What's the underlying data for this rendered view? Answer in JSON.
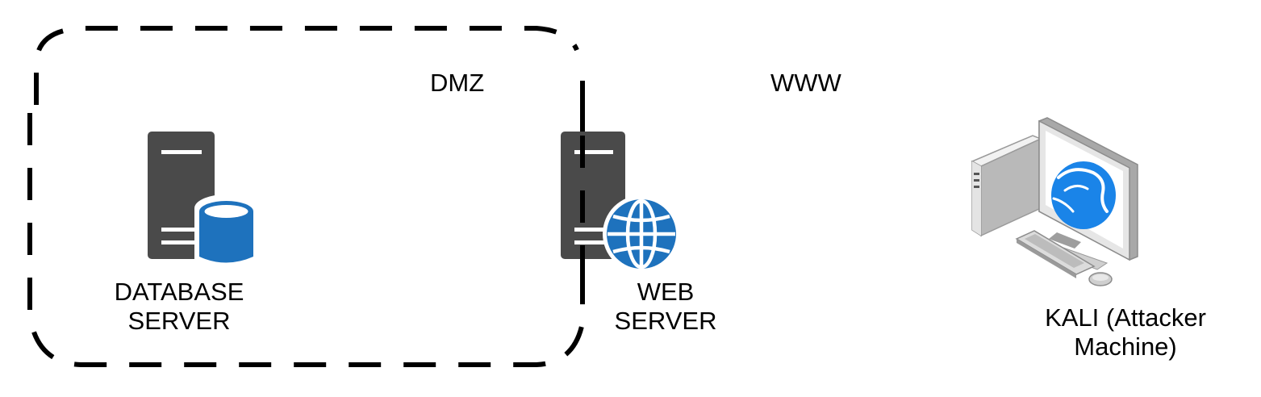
{
  "zones": {
    "dmz_label": "DMZ",
    "www_label": "WWW"
  },
  "nodes": {
    "database_server": {
      "line1": "DATABASE",
      "line2": "SERVER"
    },
    "web_server": {
      "line1": "WEB",
      "line2": "SERVER"
    },
    "kali": {
      "line1": "KALI (Attacker",
      "line2": "Machine)"
    }
  },
  "colors": {
    "server_body": "#4a4a4a",
    "server_slot": "#ffffff",
    "accent_blue": "#1e72bd",
    "boundary": "#000000",
    "pc_gray_light": "#e2e2e2",
    "pc_gray_mid": "#bdbdbd",
    "pc_gray_dark": "#8c8c8c"
  },
  "icons": {
    "database_server": "server-with-database-icon",
    "web_server": "server-with-globe-icon",
    "kali": "desktop-computer-with-kali-logo-icon"
  }
}
